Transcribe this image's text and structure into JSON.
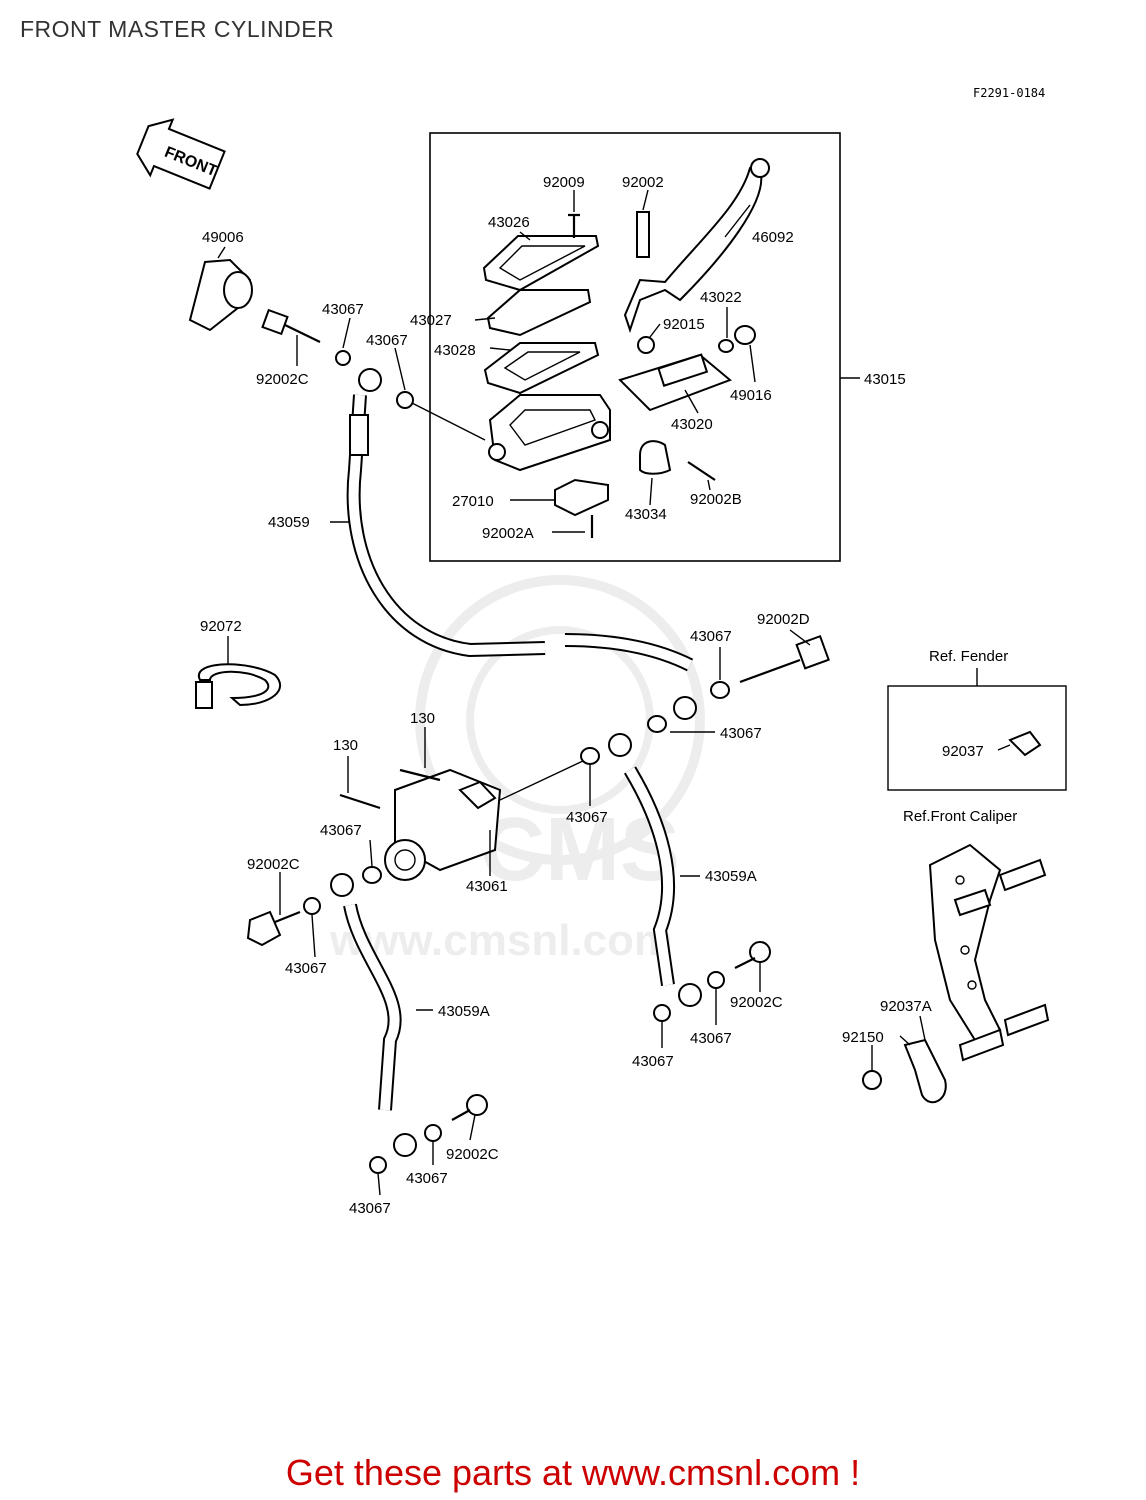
{
  "page": {
    "title": "FRONT MASTER CYLINDER",
    "diagram_code": "F2291-0184",
    "footer": "Get these parts at www.cmsnl.com !",
    "watermark_text": "www.cmsnl.com",
    "watermark_logo": "CMS",
    "colors": {
      "footer": "#cc0000",
      "lines": "#000000",
      "watermark": "#888888"
    }
  },
  "arrow": {
    "label": "FRONT"
  },
  "references": {
    "fender": "Ref. Fender",
    "caliper": "Ref.Front Caliper"
  },
  "parts": {
    "p92009": "92009",
    "p92002_top": "92002",
    "p43026": "43026",
    "p46092": "46092",
    "p49006": "49006",
    "p43067_a": "43067",
    "p43067_b": "43067",
    "p43027": "43027",
    "p43022": "43022",
    "p92015": "92015",
    "p43028": "43028",
    "p92002C_a": "92002C",
    "p43015": "43015",
    "p49016": "49016",
    "p43020": "43020",
    "p27010": "27010",
    "p43034": "43034",
    "p92002B": "92002B",
    "p43059": "43059",
    "p92002A": "92002A",
    "p92072": "92072",
    "p92002D": "92002D",
    "p43067_c": "43067",
    "p43067_d": "43067",
    "p130_a": "130",
    "p130_b": "130",
    "p92037": "92037",
    "p43067_e": "43067",
    "p43067_f": "43067",
    "p92002C_b": "92002C",
    "p43061": "43061",
    "p43059A_a": "43059A",
    "p43067_g": "43067",
    "p92002C_c": "92002C",
    "p92037A": "92037A",
    "p43059A_b": "43059A",
    "p43067_h": "43067",
    "p92150": "92150",
    "p43067_i": "43067",
    "p92002C_d": "92002C",
    "p43067_j": "43067",
    "p43067_k": "43067"
  }
}
